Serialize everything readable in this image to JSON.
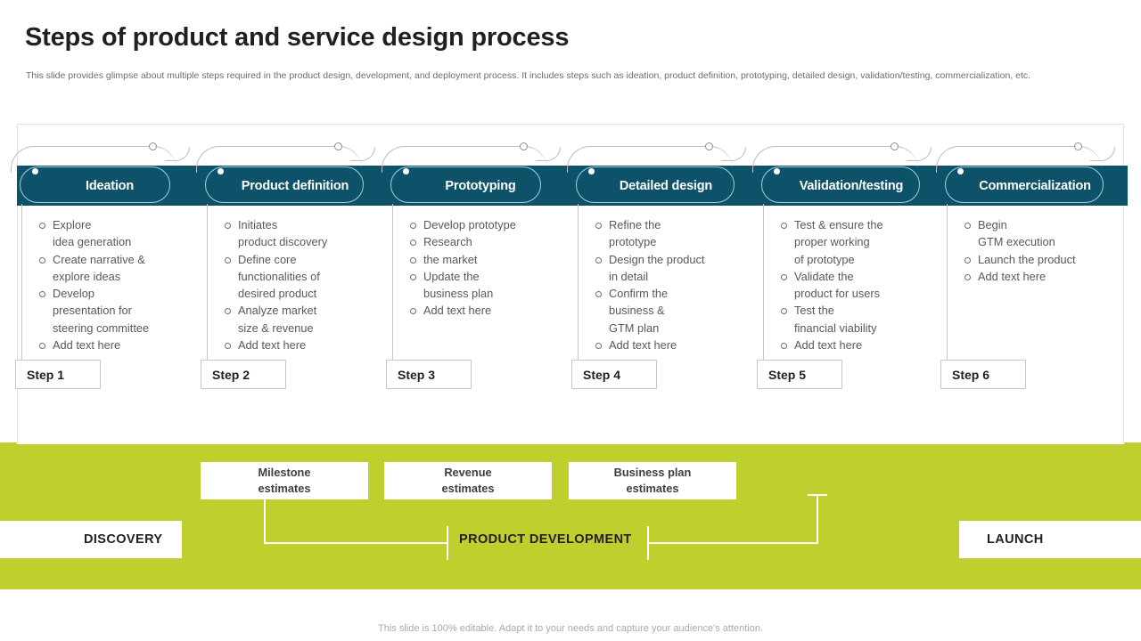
{
  "header": {
    "title": "Steps of product and service design process",
    "subtitle": "This slide provides glimpse about multiple steps required in the product design, development, and deployment process. It includes steps such as ideation, product definition, prototyping, detailed design, validation/testing, commercialization, etc."
  },
  "colors": {
    "teal": "#0e5269",
    "green": "#bfcf2e",
    "pill_outline": "#9fd0e0",
    "text_body": "#58595b",
    "frame_border": "#e3e3e3"
  },
  "steps": [
    {
      "title": "Ideation",
      "step_label": "Step 1",
      "bullets": [
        "Explore",
        "idea generation",
        "Create narrative &",
        "explore ideas",
        "Develop",
        "presentation for",
        "steering committee",
        "Add text here"
      ],
      "bullet_markers": [
        true,
        false,
        true,
        false,
        true,
        false,
        false,
        true
      ]
    },
    {
      "title": "Product definition",
      "step_label": "Step 2",
      "bullets": [
        "Initiates",
        "product discovery",
        "Define core",
        "functionalities  of",
        "desired product",
        "Analyze market",
        "size & revenue",
        "Add text here"
      ],
      "bullet_markers": [
        true,
        false,
        true,
        false,
        false,
        true,
        false,
        true
      ]
    },
    {
      "title": "Prototyping",
      "step_label": "Step 3",
      "bullets": [
        "Develop prototype",
        "Research",
        "the market",
        "Update the",
        "business plan",
        "Add text here"
      ],
      "bullet_markers": [
        true,
        true,
        true,
        true,
        false,
        true
      ]
    },
    {
      "title": "Detailed design",
      "step_label": "Step 4",
      "bullets": [
        "Refine the",
        "prototype",
        "Design the product",
        "in detail",
        "Confirm the",
        "business &",
        "GTM plan",
        "Add text here"
      ],
      "bullet_markers": [
        true,
        false,
        true,
        false,
        true,
        false,
        false,
        true
      ]
    },
    {
      "title": "Validation/testing",
      "step_label": "Step 5",
      "bullets": [
        "Test & ensure the",
        "proper working",
        "of prototype",
        "Validate the",
        "product for users",
        "Test the",
        "financial viability",
        "Add text here"
      ],
      "bullet_markers": [
        true,
        false,
        false,
        true,
        false,
        true,
        false,
        true
      ]
    },
    {
      "title": "Commercialization",
      "step_label": "Step 6",
      "bullets": [
        "Begin",
        "GTM execution",
        "Launch the product",
        "Add text here"
      ],
      "bullet_markers": [
        true,
        false,
        true,
        true
      ]
    }
  ],
  "estimates": [
    {
      "line1": "Milestone",
      "line2": "estimates"
    },
    {
      "line1": "Revenue",
      "line2": "estimates"
    },
    {
      "line1": "Business plan",
      "line2": "estimates"
    }
  ],
  "phases": {
    "discovery": "DISCOVERY",
    "product_development": "PRODUCT DEVELOPMENT",
    "launch": "LAUNCH"
  },
  "footer": {
    "note": "This slide is 100% editable. Adapt it to your needs and capture your audience's attention."
  }
}
